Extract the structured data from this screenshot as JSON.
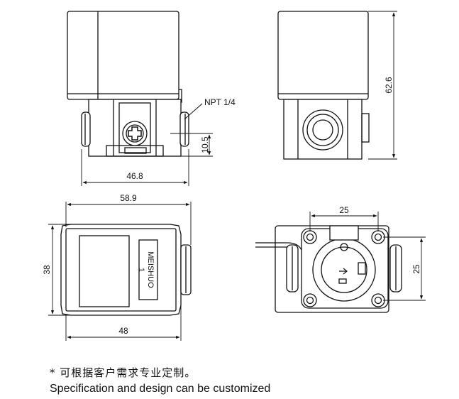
{
  "dimensions": {
    "base_width": "46.8",
    "port_height": "10.5",
    "thread": "NPT 1/4",
    "total_height": "62.6",
    "total_length": "58.9",
    "top_depth": "38",
    "body_length": "48",
    "mount_x": "25",
    "mount_y": "25"
  },
  "top_view_label": {
    "brand": "MEISHUO",
    "number": "1"
  },
  "notes": {
    "cn": "* 可根据客户需求专业定制。",
    "en": "Specification and design can be customized"
  }
}
